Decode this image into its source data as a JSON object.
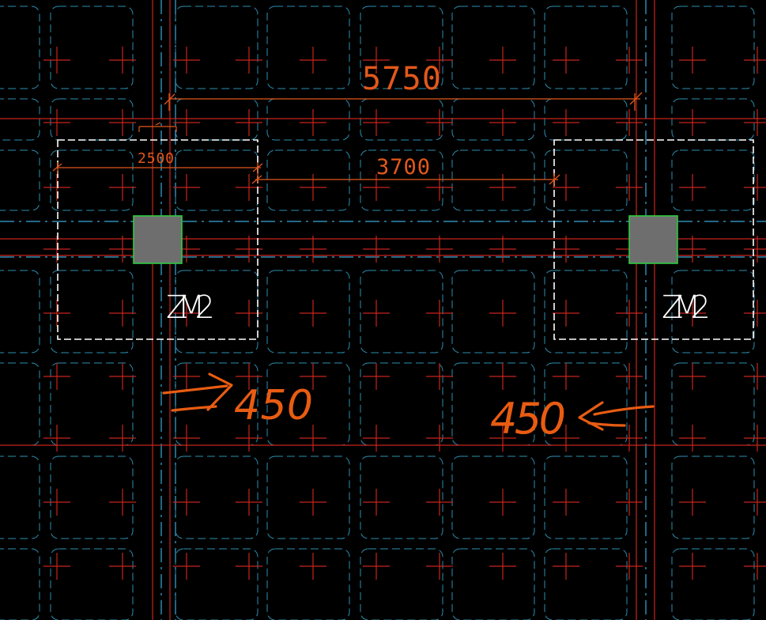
{
  "colors": {
    "background": "#000000",
    "panel_outline": "#2b8fb0",
    "grid_axis_cyan": "#3aa8d8",
    "grid_axis_red": "#c8241c",
    "dimension": "#e2581b",
    "column_fill": "#6e6e6e",
    "column_outline": "#2ecc40",
    "foundation_outline": "#ffffff",
    "annotation": "#e85c12"
  },
  "dimensions": {
    "total": "5750",
    "foundation_width": "2500",
    "clear_distance": "3700"
  },
  "foundations": {
    "left_label": "ZM2",
    "right_label": "ZM2"
  },
  "annotations": {
    "left_offset": "450",
    "right_offset": "450",
    "left_arrow": "arrow-right-icon",
    "right_arrow": "arrow-left-icon"
  }
}
